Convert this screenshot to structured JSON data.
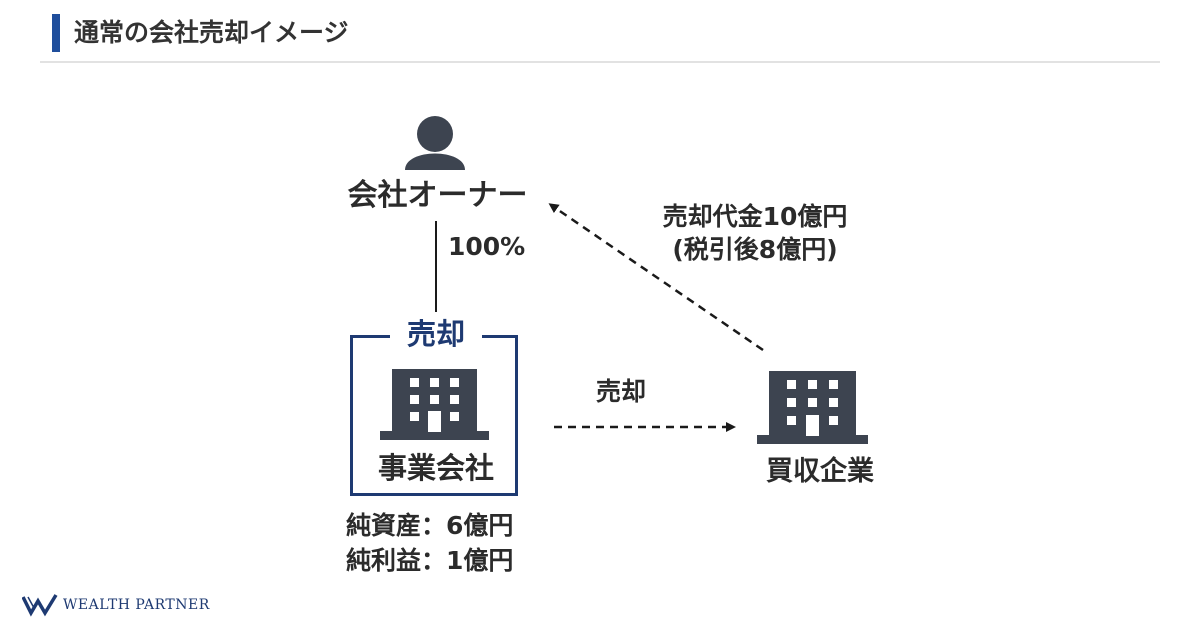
{
  "header": {
    "title": "通常の会社売却イメージ"
  },
  "diagram": {
    "owner": {
      "label": "会社オーナー",
      "icon": "person-icon"
    },
    "ownership_pct": "100%",
    "proceeds": {
      "line1": "売却代金10億円",
      "line2": "(税引後8億円)"
    },
    "operating_company": {
      "frame_label": "売却",
      "label": "事業会社",
      "icon": "building-icon",
      "net_assets": "純資産：6億円",
      "net_income": "純利益：1億円"
    },
    "sale_arrow_label": "売却",
    "buyer": {
      "label": "買収企業",
      "icon": "building-icon"
    }
  },
  "footer": {
    "logo_text": "WEALTH PARTNER"
  },
  "colors": {
    "accent": "#1f4e9c",
    "frame": "#1e3a72",
    "icon": "#3d4450",
    "text": "#2b2b2b"
  }
}
